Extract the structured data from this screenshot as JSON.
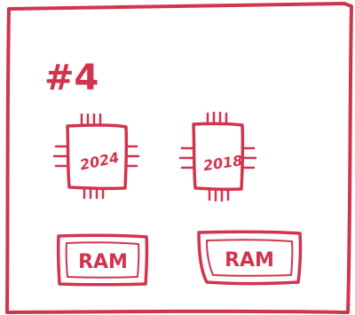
{
  "accent_color": "#d2344e",
  "heading": "#4",
  "chips": [
    {
      "label": "2024"
    },
    {
      "label": "2018"
    }
  ],
  "modules": [
    {
      "label": "RAM"
    },
    {
      "label": "RAM"
    }
  ]
}
